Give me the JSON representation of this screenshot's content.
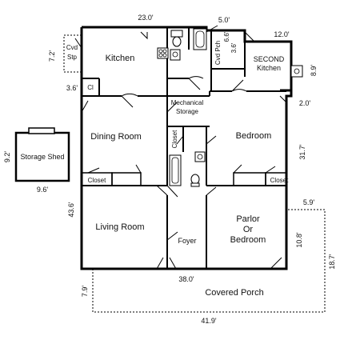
{
  "rooms": {
    "kitchen": "Kitchen",
    "second_kitchen_line1": "SECOND",
    "second_kitchen_line2": "Kitchen",
    "dining": "Dining Room",
    "mechanical_line1": "Mechanical",
    "mechanical_line2": "Storage",
    "bedroom": "Bedroom",
    "closet_vertical": "Closet",
    "closet_left": "Closet",
    "closet_right": "Closet",
    "living": "Living Room",
    "foyer": "Foyer",
    "parlor_line1": "Parlor",
    "parlor_line2": "Or",
    "parlor_line3": "Bedroom",
    "cvd_stp_line1": "Cvd",
    "cvd_stp_line2": "Stp",
    "cvd_pch": "Cvd Pch",
    "cl": "Cl",
    "storage_shed": "Storage Shed",
    "covered_porch": "Covered Porch"
  },
  "dimensions": {
    "top_width": "23.0'",
    "top_small": "5.0'",
    "top_right": "12.0'",
    "cvd_stp": "7.2'",
    "cl_width": "3.6'",
    "pch_6_6": "6.6'",
    "pch_3_6": "3.6'",
    "second_kitchen_h": "8.9'",
    "jog": "2.0'",
    "right_h": "31.7'",
    "left_h": "43.6'",
    "parlor_ext_w": "5.9'",
    "parlor_ext_h": "10.8'",
    "porch_h_right": "18.7'",
    "main_bottom": "38.0'",
    "porch_h_left": "7.9'",
    "porch_w": "41.9'",
    "shed_h": "9.2'",
    "shed_w": "9.6'"
  }
}
